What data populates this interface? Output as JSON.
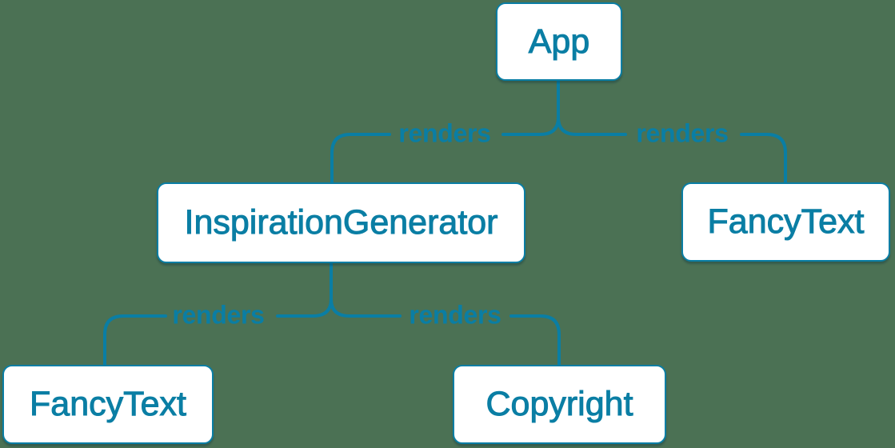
{
  "background_color": "#4b7154",
  "accent_color": "#0a7ea4",
  "nodes": [
    {
      "id": "app",
      "label": "App"
    },
    {
      "id": "inspiration-generator",
      "label": "InspirationGenerator"
    },
    {
      "id": "fancy-text-right",
      "label": "FancyText"
    },
    {
      "id": "fancy-text-left",
      "label": "FancyText"
    },
    {
      "id": "copyright",
      "label": "Copyright"
    }
  ],
  "edges": [
    {
      "from": "App",
      "to": "InspirationGenerator",
      "label": "renders"
    },
    {
      "from": "App",
      "to": "FancyText",
      "label": "renders"
    },
    {
      "from": "InspirationGenerator",
      "to": "FancyText",
      "label": "renders"
    },
    {
      "from": "InspirationGenerator",
      "to": "Copyright",
      "label": "renders"
    }
  ]
}
